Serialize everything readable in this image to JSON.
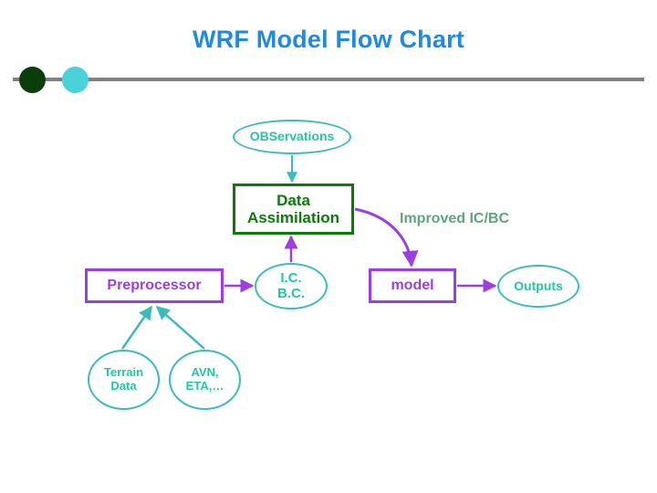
{
  "slide": {
    "title": "WRF Model Flow Chart",
    "title_color": "#1f8ae0",
    "background": "#ffffff"
  },
  "decoration": {
    "rule_color": "#808080",
    "bullet_dark_color": "#0a3d0a",
    "bullet_cyan_color": "#4ad1da"
  },
  "palette": {
    "teal": "#3bbcbc",
    "teal_text": "#1fc9a0",
    "green": "#0a7a0a",
    "purple": "#9b3fe0",
    "sea_green_text": "#5aa77f"
  },
  "diagram": {
    "nodes": [
      {
        "id": "observations",
        "label": "OBServations",
        "shape": "ellipse",
        "color": "#3bbcbc"
      },
      {
        "id": "data_assimilation",
        "label": "Data\nAssimilation",
        "line1": "Data",
        "line2": "Assimilation",
        "shape": "rectangle",
        "color": "#0a7a0a"
      },
      {
        "id": "improved_icbc",
        "label": "Improved IC/BC",
        "shape": "text",
        "color": "#5aa77f"
      },
      {
        "id": "preprocessor",
        "label": "Preprocessor",
        "shape": "rectangle",
        "color": "#9b3fe0"
      },
      {
        "id": "icbc",
        "line1": "I.C.",
        "line2": "B.C.",
        "label": "I.C. B.C.",
        "shape": "ellipse",
        "color": "#3bbcbc"
      },
      {
        "id": "model",
        "label": "model",
        "shape": "rectangle",
        "color": "#9b3fe0"
      },
      {
        "id": "outputs",
        "label": "Outputs",
        "shape": "ellipse",
        "color": "#3bbcbc"
      },
      {
        "id": "terrain_data",
        "line1": "Terrain",
        "line2": "Data",
        "label": "Terrain Data",
        "shape": "ellipse",
        "color": "#3bbcbc"
      },
      {
        "id": "avn_eta",
        "line1": "AVN,",
        "line2": "ETA,…",
        "label": "AVN, ETA,…",
        "shape": "ellipse",
        "color": "#3bbcbc"
      }
    ],
    "edges": [
      {
        "from": "observations",
        "to": "data_assimilation",
        "color": "#3bbcbc",
        "style": "arrow-down"
      },
      {
        "from": "icbc",
        "to": "data_assimilation",
        "color": "#9b3fe0",
        "style": "arrow-up"
      },
      {
        "from": "data_assimilation",
        "to": "model",
        "color": "#9b3fe0",
        "style": "curved-arrow",
        "label": "Improved IC/BC"
      },
      {
        "from": "preprocessor",
        "to": "icbc",
        "color": "#9b3fe0",
        "style": "arrow-right"
      },
      {
        "from": "model",
        "to": "outputs",
        "color": "#9b3fe0",
        "style": "arrow-right"
      },
      {
        "from": "terrain_data",
        "to": "preprocessor",
        "color": "#3bbcbc",
        "style": "arrow-up"
      },
      {
        "from": "avn_eta",
        "to": "preprocessor",
        "color": "#3bbcbc",
        "style": "arrow-up"
      }
    ]
  }
}
